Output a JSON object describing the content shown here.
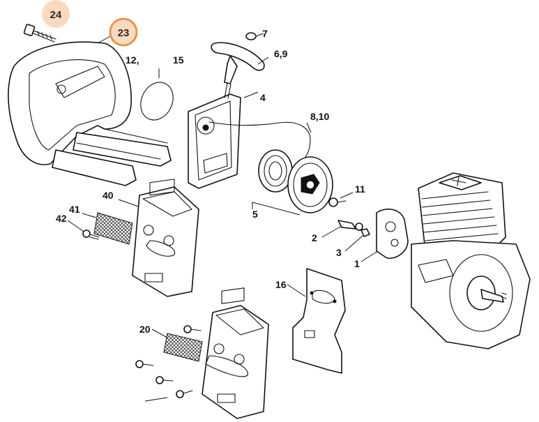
{
  "callouts": {
    "c24": {
      "number": "24",
      "fill": "#fbd9bf"
    },
    "c23": {
      "number": "23",
      "fill": "#fbd9bf",
      "ring": "#e8944e"
    }
  },
  "labels": {
    "l7": "7",
    "l69": "6,9",
    "l12": "12,",
    "l15": "15",
    "l4": "4",
    "l810": "8,10",
    "l11": "11",
    "l5": "5",
    "l40": "40",
    "l41": "41",
    "l42": "42",
    "l2": "2",
    "l3": "3",
    "l1": "1",
    "l16": "16",
    "l20": "20"
  },
  "colors": {
    "line": "#111111",
    "highlight": "#fbd9bf",
    "ring": "#e8944e"
  }
}
